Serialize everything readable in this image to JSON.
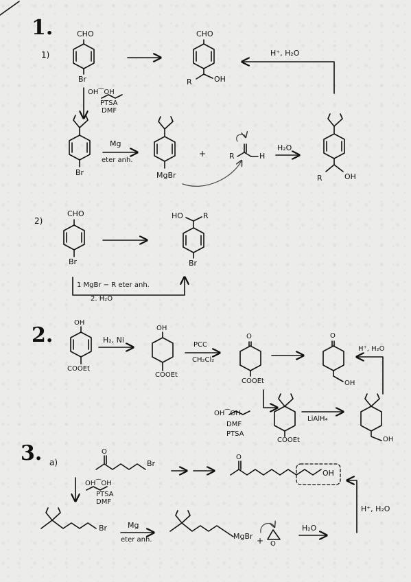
{
  "sections": {
    "s1": {
      "number": "1.",
      "part1": {
        "label": "1)",
        "start_cho": "CHO",
        "start_br": "Br",
        "target_cho": "CHO",
        "target_r": "R",
        "target_oh": "OH",
        "deprotect_reagent": "H⁺, H₂O",
        "protect_reagent_1": "OH⁀OH",
        "protect_reagent_2": "PTSA",
        "protect_reagent_3": "DMF",
        "acetal_br": "Br",
        "grignard_reagent_1": "Mg",
        "grignard_reagent_2": "eter anh.",
        "grignard_product": "MgBr",
        "plus": "+",
        "aldehyde_r": "R",
        "aldehyde_h": "H",
        "water": "H₂O",
        "product_r": "R",
        "product_oh": "OH"
      },
      "part2": {
        "label": "2)",
        "start_cho": "CHO",
        "start_br": "Br",
        "product_ho": "HO",
        "product_r": "R",
        "product_br": "Br",
        "step1": "1 MgBr − R  eter anh.",
        "step2": "2. H₂O"
      }
    },
    "s2": {
      "number": "2.",
      "phenol_oh": "OH",
      "phenol_cooet": "COOEt",
      "hydrogenation": "H₂, Ni",
      "cyclohexanol_oh": "OH",
      "cyclohexanol_cooet": "COOEt",
      "oxidant_1": "PCC",
      "oxidant_2": "CH₂Cl₂",
      "ketone_o": "O",
      "ketone_cooet": "COOEt",
      "target_o": "O",
      "target_oh": "OH",
      "deprotect_reagent": "H⁺, H₂O",
      "protect_reagent_1": "OH⁀OH",
      "protect_reagent_2": "DMF",
      "protect_reagent_3": "PTSA",
      "ketal_ester_cooet": "COOEt",
      "reductant": "LiAlH₄",
      "ketal_alcohol_oh": "OH"
    },
    "s3": {
      "number": "3.",
      "sub": "a)",
      "start_o": "O",
      "start_br": "Br",
      "target_o": "O",
      "target_oh": "OH",
      "protect_reagent_1": "OH⁀OH",
      "protect_reagent_2": "PTSA",
      "protect_reagent_3": "DMF",
      "ketal_br": "Br",
      "grignard_reagent_1": "Mg",
      "grignard_reagent_2": "eter anh.",
      "grignard_product": "MgBr",
      "plus": "+",
      "epoxide_o": "O",
      "water": "H₂O",
      "deprotect_reagent": "H⁺, H₂O"
    }
  },
  "colors": {
    "ink": "#111111",
    "paper": "#ececea"
  }
}
